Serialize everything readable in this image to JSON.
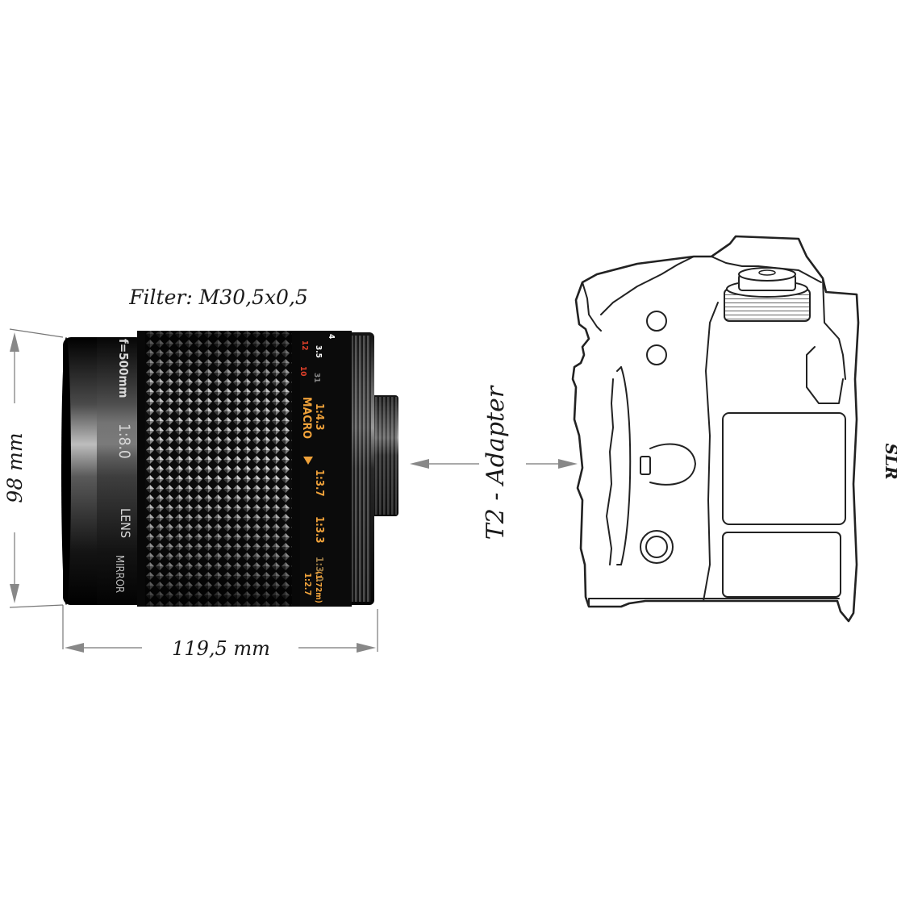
{
  "labels": {
    "filter": "Filter: M30,5x0,5",
    "height": "98 mm",
    "length": "119,5 mm",
    "adapter": "T2 - Adapter",
    "camera": "SLR"
  },
  "lens_markings": {
    "mirror": "MIRROR",
    "lens": "LENS",
    "aperture": "1:8.0",
    "focal": "f=500mm",
    "macro": "MACRO",
    "macro_ratio": "1:4.3",
    "r37": "1:3.7",
    "r33": "1:3.3",
    "r30": "1:3.0",
    "r27": "1:2.7",
    "dist_m": "(1.72m)",
    "d10": "10",
    "d12": "12",
    "d35": "3.5",
    "d4": "4",
    "d31": "31"
  },
  "colors": {
    "scale_orange": "#f0a23a",
    "scale_red": "#e0402a",
    "lens_body": "#0f0f0f",
    "dimension_gray": "#888888"
  }
}
